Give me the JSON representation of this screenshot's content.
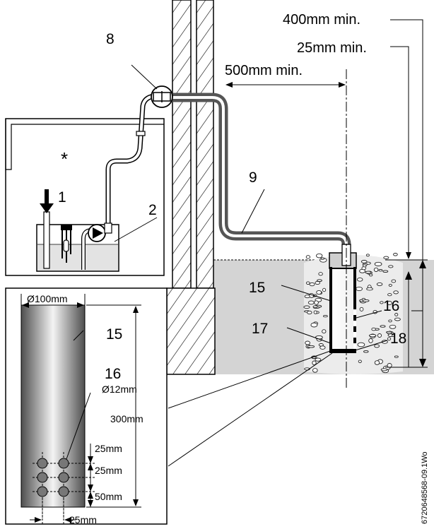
{
  "labels": {
    "n1": "1",
    "n2": "2",
    "n8": "8",
    "n9": "9",
    "n15": "15",
    "n16": "16",
    "n17": "17",
    "n18": "18",
    "asterisk": "*",
    "n15_detail": "15",
    "n16_detail": "16"
  },
  "dimensions": {
    "d400": "400mm min.",
    "d25min": "25mm min.",
    "d500": "500mm min.",
    "dia100": "Ø100mm",
    "dia12": "Ø12mm",
    "h300": "300mm",
    "s25a": "25mm",
    "s25b": "25mm",
    "s50": "50mm",
    "w25": "25mm"
  },
  "document_code": "6720648568-09.1Wo",
  "colors": {
    "line": "#000000",
    "ground": "#d4d4d4",
    "hose_outer": "#555555",
    "hose_inner": "#ffffff",
    "water": "#e3e3e3",
    "tube_dark": "#5a5a5a",
    "tube_light": "#f2f2f2"
  }
}
